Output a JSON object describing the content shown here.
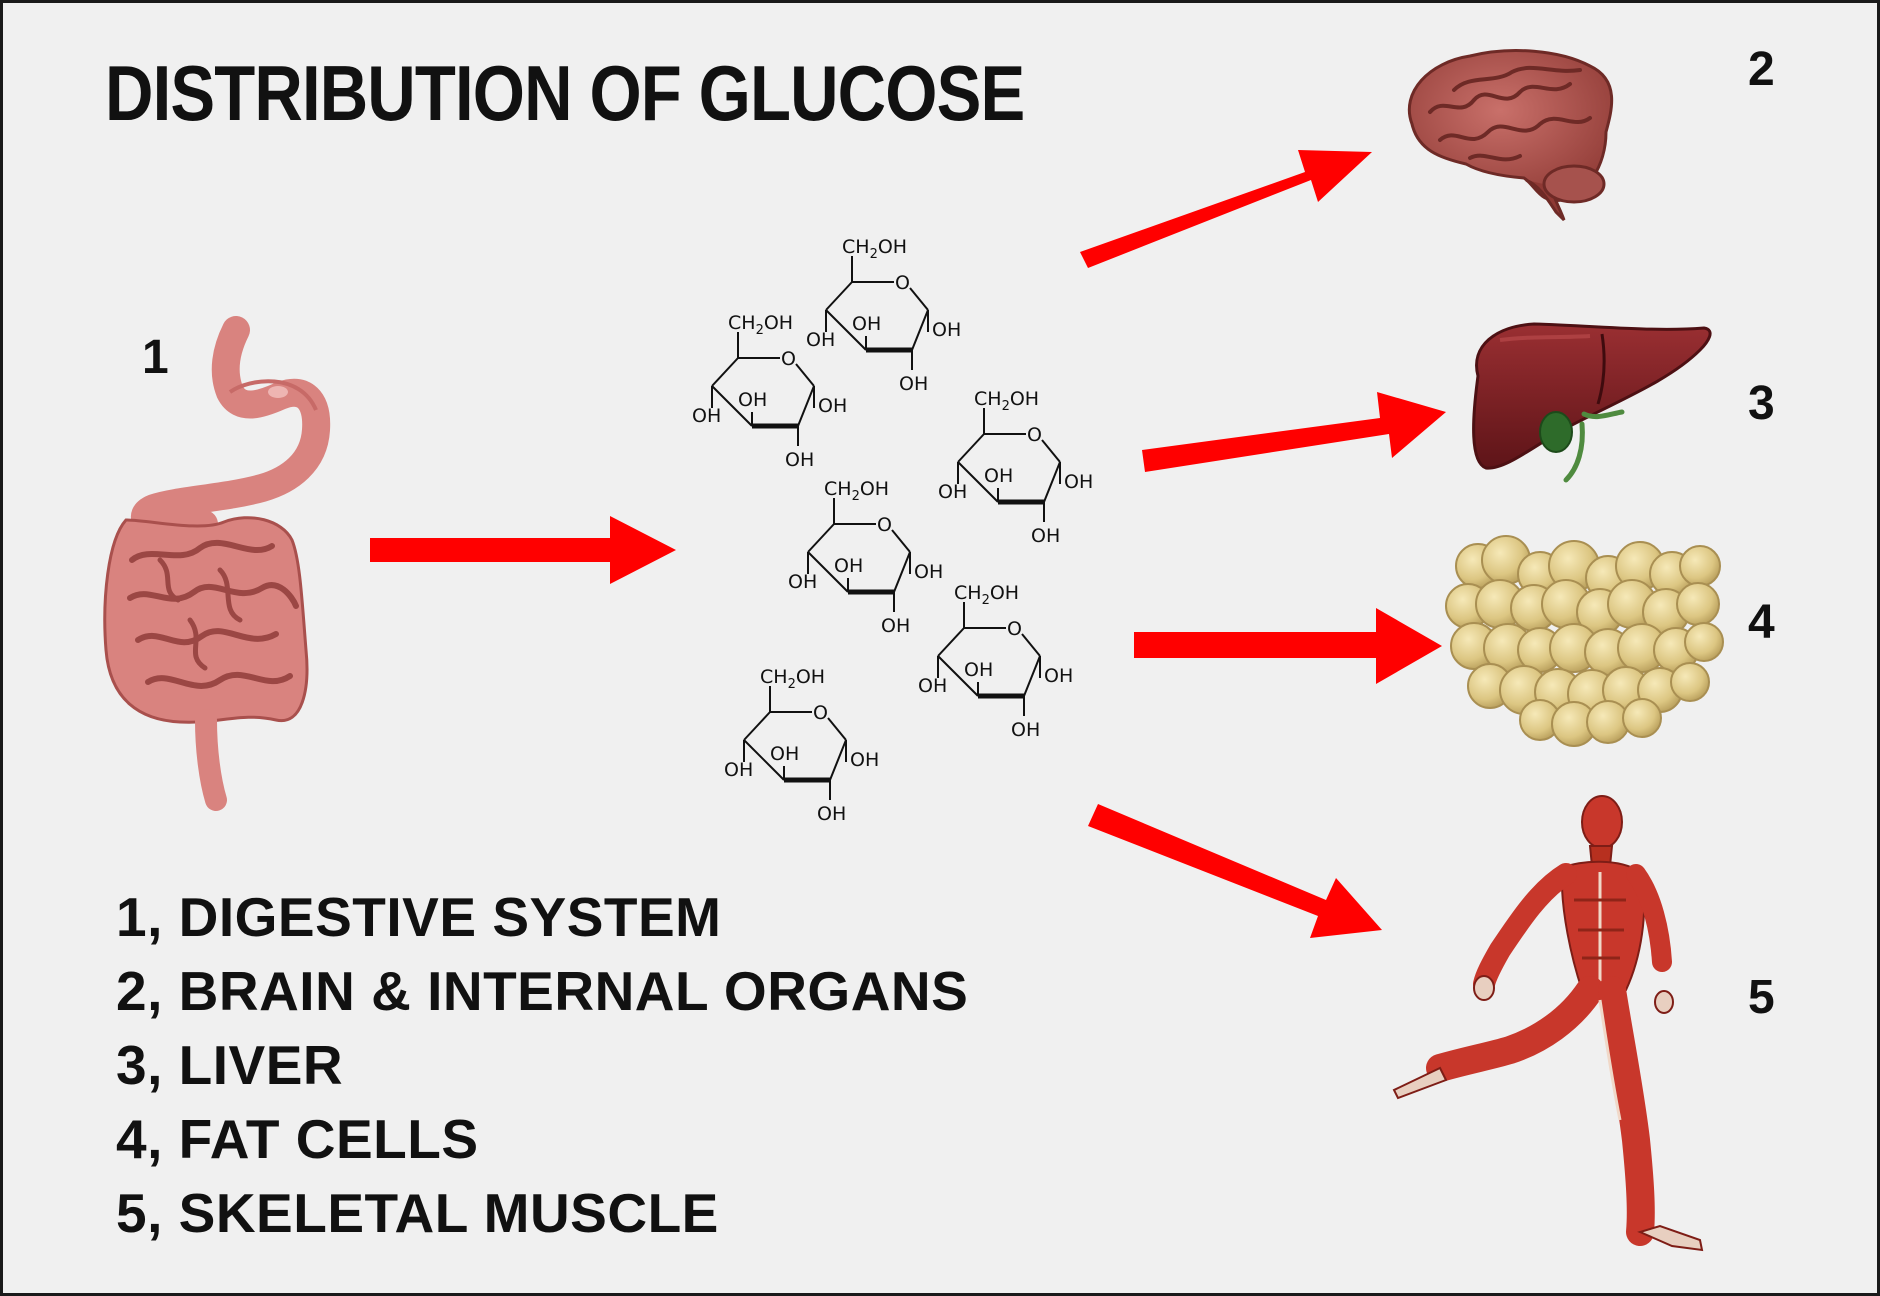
{
  "title": "DISTRIBUTION OF GLUCOSE",
  "markers": {
    "digestive": "1",
    "brain": "2",
    "liver": "3",
    "fat": "4",
    "muscle": "5"
  },
  "legend": [
    "1, DIGESTIVE SYSTEM",
    "2, BRAIN & INTERNAL ORGANS",
    "3, LIVER",
    "4, FAT CELLS",
    "5, SKELETAL MUSCLE"
  ],
  "molecule": {
    "ch2oh_main": "CH",
    "ch2oh_sub": "2",
    "ch2oh_tail": "OH",
    "ring_o": "O",
    "hydroxyl": "OH"
  },
  "colors": {
    "arrow": "#ff0000",
    "background": "#f0f0f0",
    "text": "#111111",
    "intestine": "#d9837f",
    "brain": "#a14a45",
    "liver": "#7a1e22",
    "gallbladder": "#2e6b2a",
    "fat": "#e3cf8d",
    "muscle": "#c8372b"
  },
  "icons": [
    "digestive-system-icon",
    "brain-icon",
    "liver-icon",
    "fat-cells-icon",
    "running-muscle-figure-icon"
  ]
}
